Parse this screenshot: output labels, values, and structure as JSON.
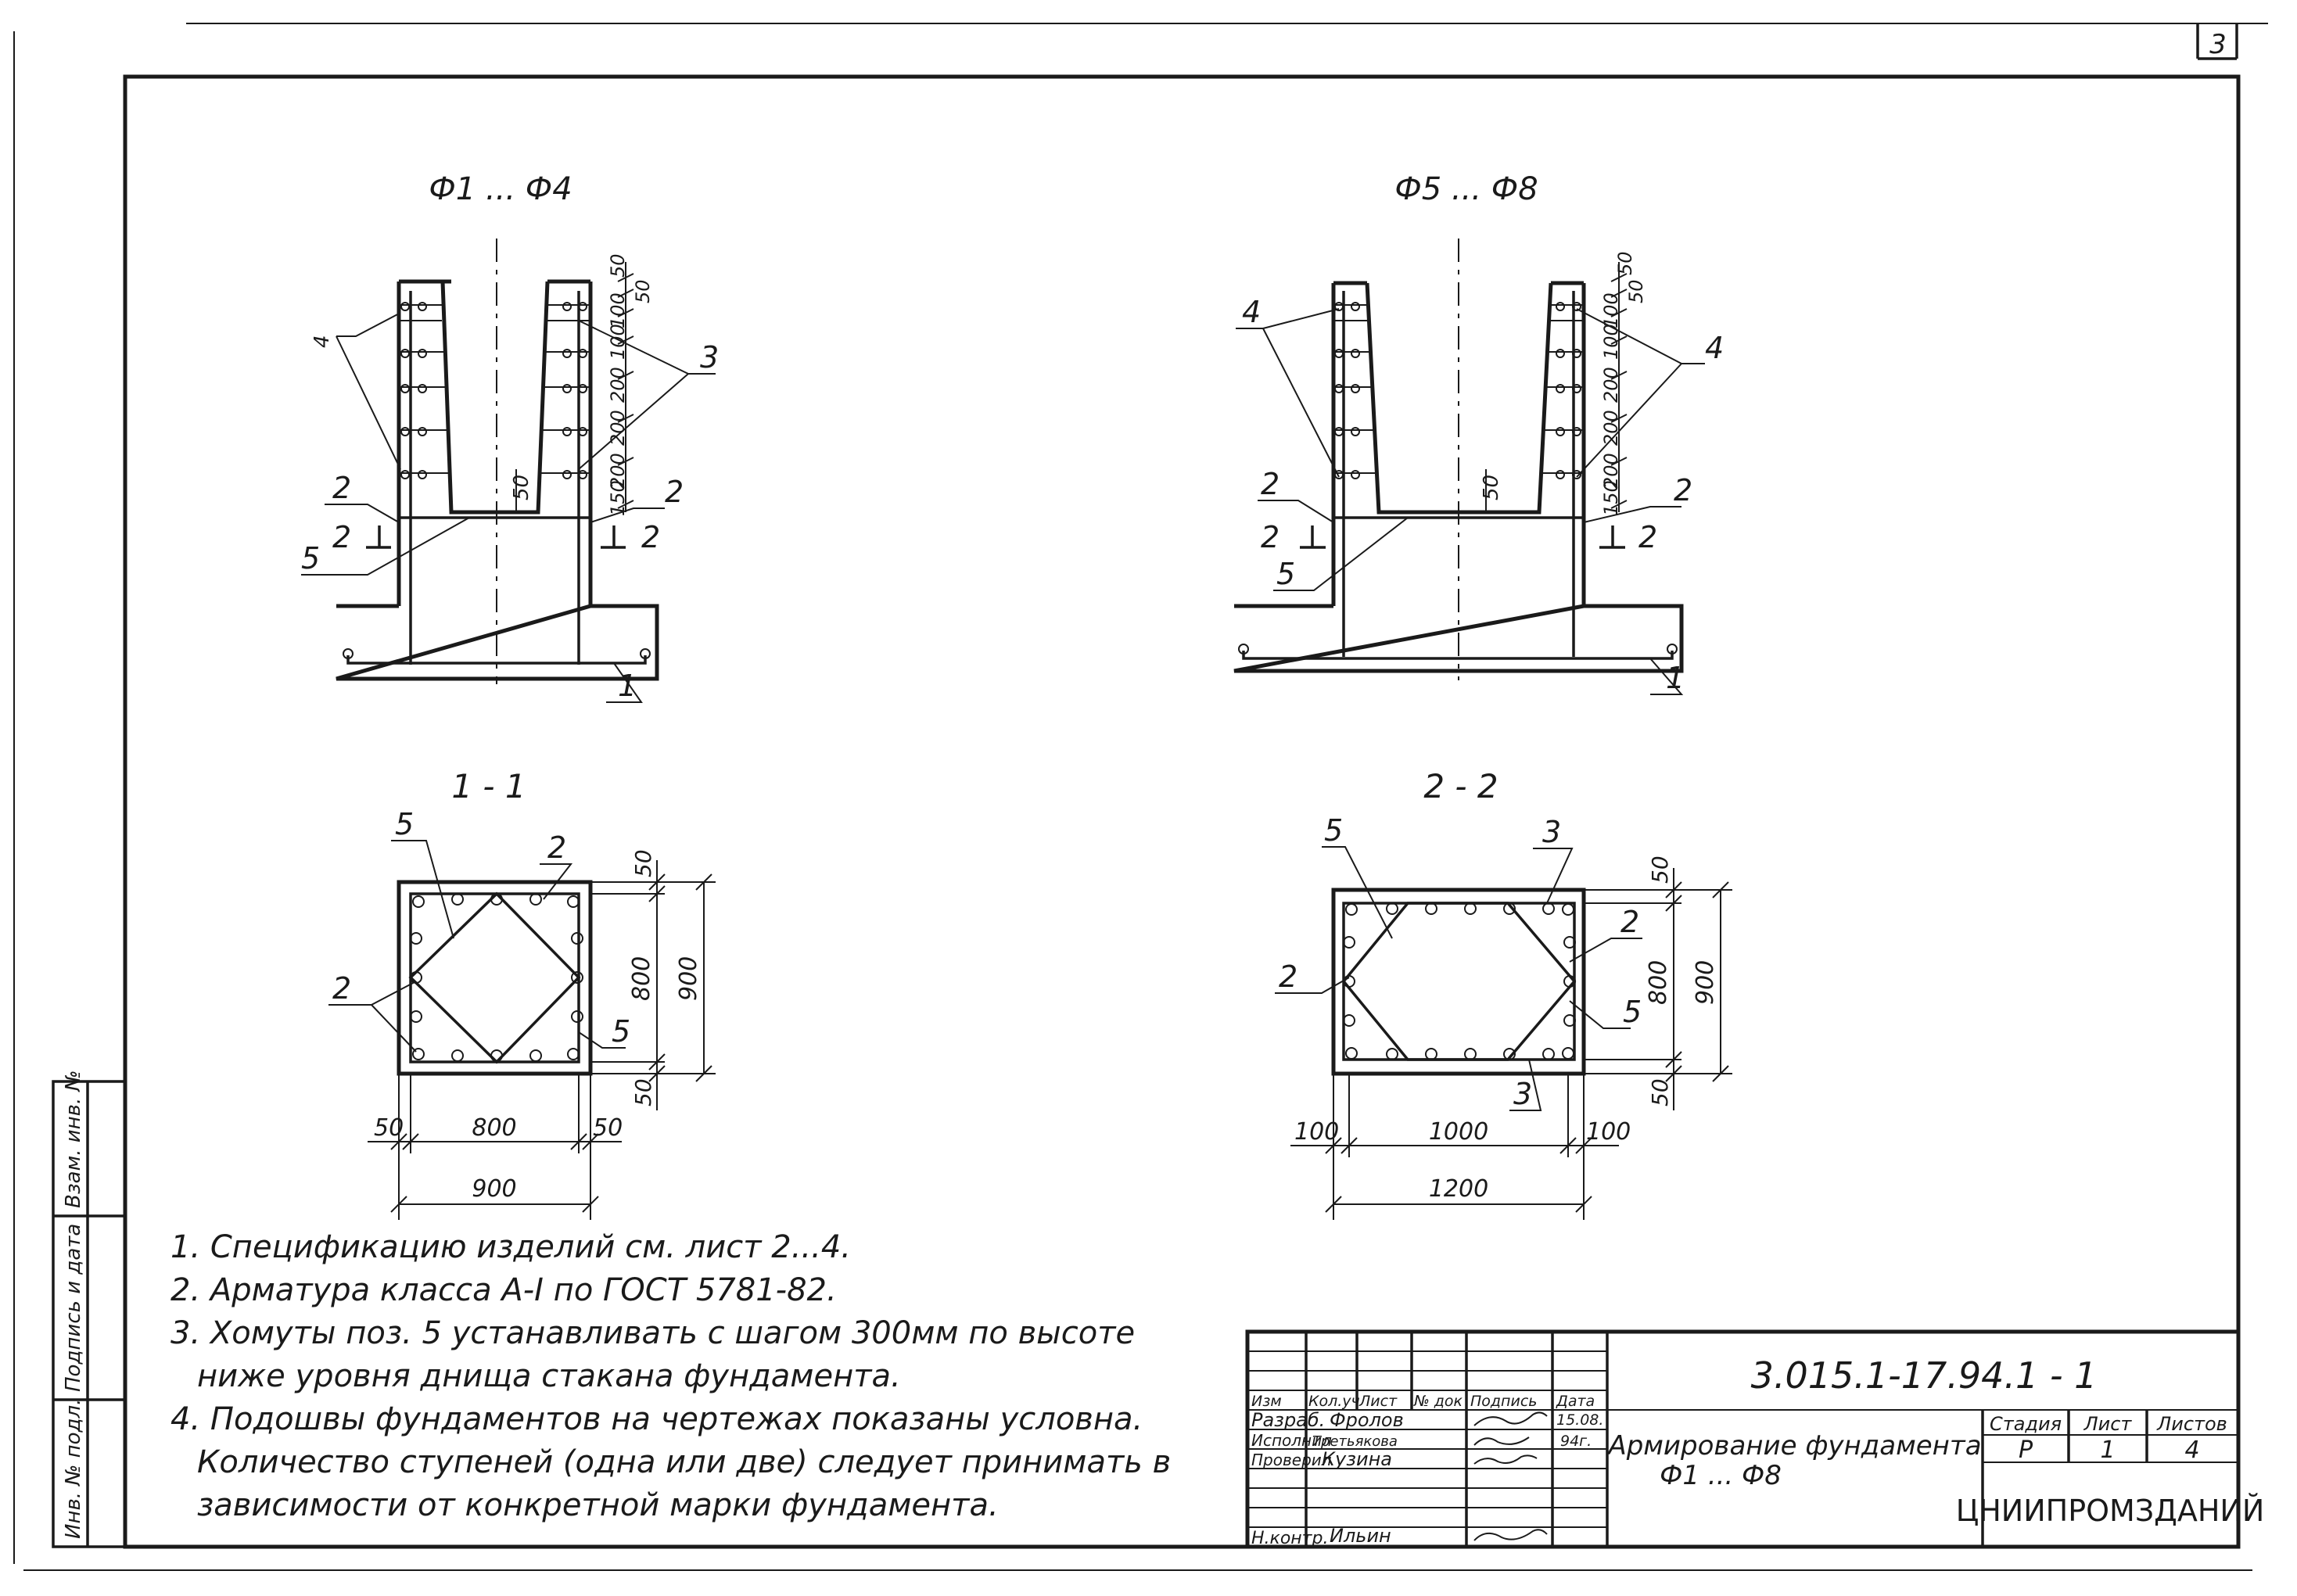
{
  "sheet": {
    "corner_number": "3"
  },
  "side_stamp": {
    "inv_podl": "Инв. № подл.",
    "podpis_data": "Подпись и дата",
    "vzam_inv": "Взам. инв. №"
  },
  "views": {
    "f1_f4": {
      "title": "Ф1 ... Ф4",
      "dims_right": [
        "50",
        "50",
        "100",
        "100",
        "200",
        "200",
        "200",
        "150"
      ],
      "dim_center": "50",
      "callouts": {
        "left": "4",
        "right": "3",
        "bar2_left": "2",
        "bar2_right": "2",
        "stirrup": "5",
        "bottom": "1"
      },
      "section_mark": "2"
    },
    "f5_f8": {
      "title": "Ф5 ... Ф8",
      "dims_right": [
        "50",
        "50",
        "100",
        "100",
        "200",
        "200",
        "200",
        "150"
      ],
      "dim_center": "50",
      "callouts": {
        "left": "4",
        "right": "4",
        "bar2_left": "2",
        "bar2_right": "2",
        "stirrup": "5",
        "bottom": "1"
      },
      "section_mark": "2"
    },
    "sec_1_1": {
      "title": "1 - 1",
      "dims_bottom": [
        "50",
        "800",
        "50"
      ],
      "dim_total": "900",
      "dims_right": [
        "50",
        "800",
        "50"
      ],
      "dim_right_total": "900",
      "callouts": {
        "top_left": "5",
        "top_right": "2",
        "left": "2",
        "bottom_right": "5"
      }
    },
    "sec_2_2": {
      "title": "2 - 2",
      "dims_bottom": [
        "100",
        "1000",
        "100"
      ],
      "dim_total": "1200",
      "dims_right": [
        "50",
        "800",
        "50"
      ],
      "dim_right_total": "900",
      "callouts": {
        "top_left": "5",
        "top_right": "3",
        "left": "2",
        "right_top": "2",
        "right_bottom": "5",
        "bottom": "3"
      }
    }
  },
  "notes": [
    "1. Спецификацию изделий см. лист 2...4.",
    "2. Арматура класса А-I по ГОСТ 5781-82.",
    "3. Хомуты поз. 5 устанавливать с шагом 300мм по высоте",
    "ниже уровня днища стакана фундамента.",
    "4. Подошвы фундаментов на чертежах показаны условна.",
    "Количество ступеней (одна или две) следует принимать в",
    "зависимости от конкретной марки фундамента."
  ],
  "title_block": {
    "designation": "3.015.1-17.94.1 - 1",
    "headers": [
      "Изм",
      "Кол.уч",
      "Лист",
      "№ док",
      "Подпись",
      "Дата"
    ],
    "roles": [
      {
        "role": "Разраб.",
        "name": "Фролов",
        "date": "15.08."
      },
      {
        "role": "Исполнил",
        "name": "Третьякова",
        "date": "94г."
      },
      {
        "role": "Проверил",
        "name": "Кузина",
        "date": ""
      },
      {
        "role": "Н.контр.",
        "name": "Ильин",
        "date": ""
      }
    ],
    "sheet_title_line1": "Армирование фундамента",
    "sheet_title_line2": "Ф1 ... Ф8",
    "stage_label": "Стадия",
    "sheet_label": "Лист",
    "sheets_label": "Листов",
    "stage": "Р",
    "sheet": "1",
    "sheets": "4",
    "organization": "ЦНИИПРОМЗДАНИЙ"
  }
}
